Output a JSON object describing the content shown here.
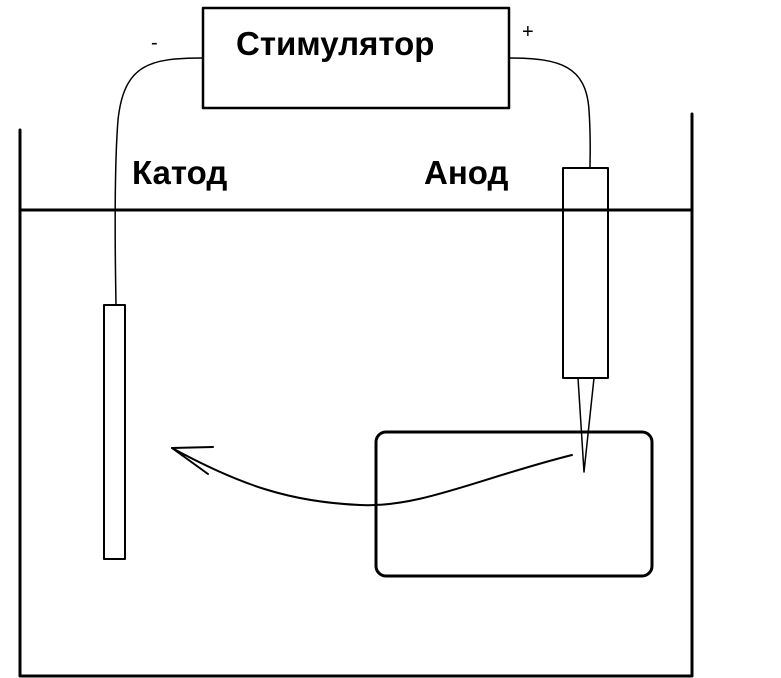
{
  "stimulator": {
    "label": "Стимулятор"
  },
  "terminals": {
    "negative": "-",
    "positive": "+"
  },
  "electrodes": {
    "cathode": "Катод",
    "anode": "Анод"
  },
  "colors": {
    "ink": "#000000",
    "background": "#ffffff"
  }
}
